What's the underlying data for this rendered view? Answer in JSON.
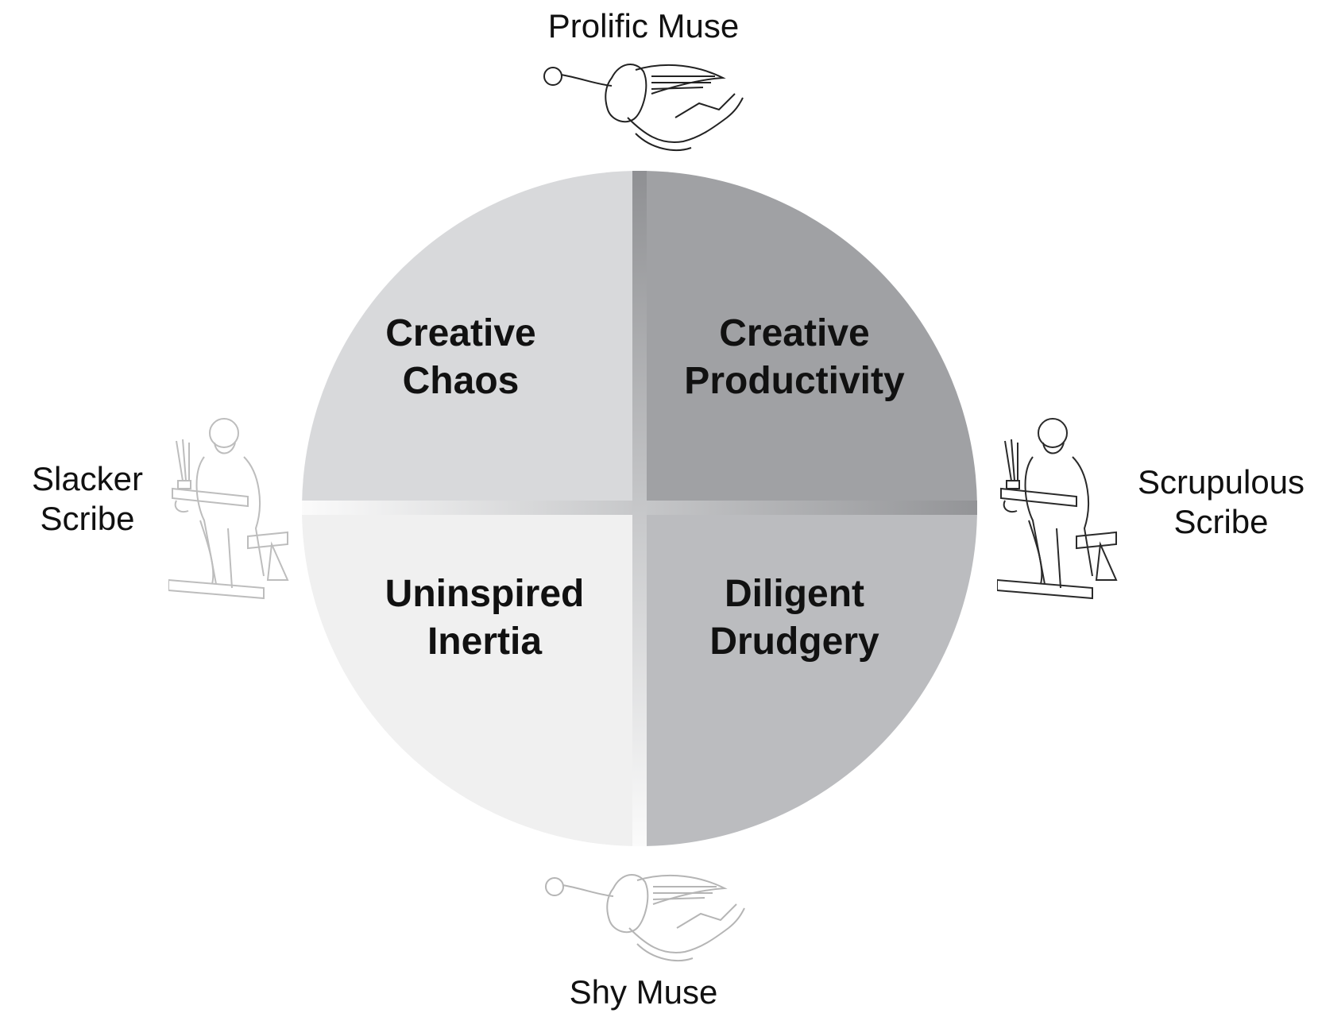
{
  "axes": {
    "top": "Prolific Muse",
    "bottom": "Shy Muse",
    "left": [
      "Slacker",
      "Scribe"
    ],
    "right": [
      "Scrupulous",
      "Scribe"
    ]
  },
  "quadrants": {
    "top_left": {
      "line1": "Creative",
      "line2": "Chaos",
      "color": "#d8d9db"
    },
    "top_right": {
      "line1": "Creative",
      "line2": "Productivity",
      "color": "#a0a1a4"
    },
    "bottom_left": {
      "line1": "Uninspired",
      "line2": "Inertia",
      "color": "#f0f0f0"
    },
    "bottom_right": {
      "line1": "Diligent",
      "line2": "Drudgery",
      "color": "#bbbcbf"
    }
  },
  "icons": {
    "top": "muse-angel-icon",
    "bottom": "muse-angel-faded-icon",
    "left": "scribe-faded-icon",
    "right": "scribe-icon"
  }
}
